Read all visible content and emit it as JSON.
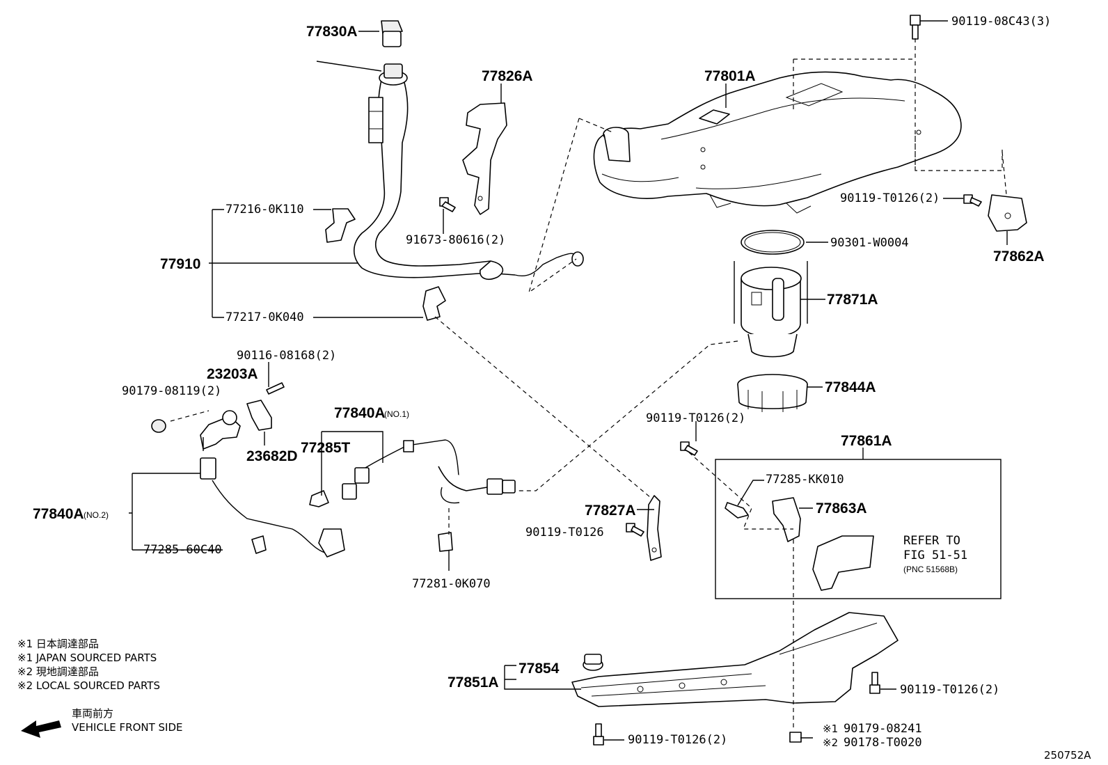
{
  "callouts": {
    "p77830A": "77830A",
    "p77826A": "77826A",
    "p77801A": "77801A",
    "p90119_08C43": "90119-08C43(3)",
    "p77216": "77216-0K110",
    "p91673": "91673-80616(2)",
    "p90119_T0126_a": "90119-T0126(2)",
    "p77862A": "77862A",
    "p77910": "77910",
    "p90301": "90301-W0004",
    "p77217": "77217-0K040",
    "p77871A": "77871A",
    "p90116": "90116-08168(2)",
    "p23203A": "23203A",
    "p90179_08119": "90179-08119(2)",
    "p77844A": "77844A",
    "p77840A_no1": "77840A",
    "p77840A_no1_sub": "(NO.1)",
    "p90119_T0126_b": "90119-T0126(2)",
    "p23682D": "23682D",
    "p77285T": "77285T",
    "p77861A": "77861A",
    "p77285_KK010": "77285-KK010",
    "p77827A": "77827A",
    "p77863A": "77863A",
    "p77840A_no2": "77840A",
    "p77840A_no2_sub": "(NO.2)",
    "p90119_T0126_c": "90119-T0126",
    "p77285_60C40": "77285-60C40",
    "p77281": "77281-0K070",
    "refer_line1": "REFER TO",
    "refer_line2": "FIG 51-51",
    "refer_line3": "(PNC 51568B)",
    "p77854": "77854",
    "p77851A": "77851A",
    "p90119_T0126_d": "90119-T0126(2)",
    "p90119_T0126_e": "90119-T0126(2)",
    "p90179_08241_mark": "※1",
    "p90179_08241": "90179-08241",
    "p90178_T0020_mark": "※2",
    "p90178_T0020": "90178-T0020"
  },
  "legend": {
    "line1": "※1  日本調達部品",
    "line2": "※1  JAPAN SOURCED PARTS",
    "line3": "※2  現地調達部品",
    "line4": "※2  LOCAL SOURCED PARTS",
    "front_jp": "車両前方",
    "front_en": "VEHICLE FRONT SIDE"
  },
  "illustration_id": "250752A"
}
